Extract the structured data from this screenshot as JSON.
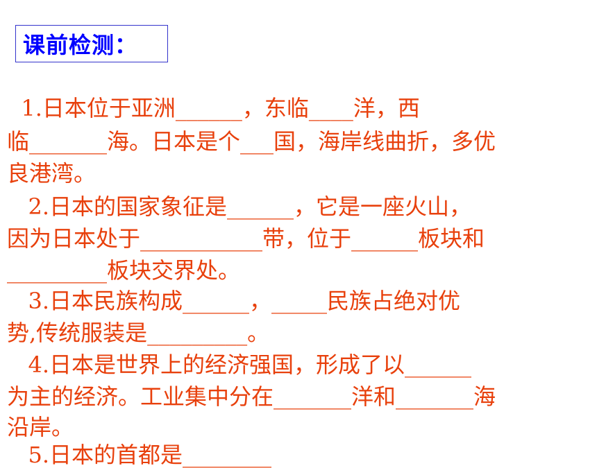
{
  "title": "课前检测：",
  "lines": [
    "  1.日本位于亚洲______，东临____洋，西",
    "临_______海。日本是个___国，海岸线曲折，多优",
    "良港湾。",
    "   2.日本的国家象征是______，它是一座火山，",
    "因为日本处于___________带，位于______板块和",
    "_________板块交界处。",
    "   3.日本民族构成______，_____民族占绝对优",
    "势,传统服装是_________。",
    "   4.日本是世界上的经济强国，形成了以______",
    "为主的经济。工业集中分在_______洋和_______海",
    "沿岸。",
    "   5.日本的首都是________"
  ]
}
